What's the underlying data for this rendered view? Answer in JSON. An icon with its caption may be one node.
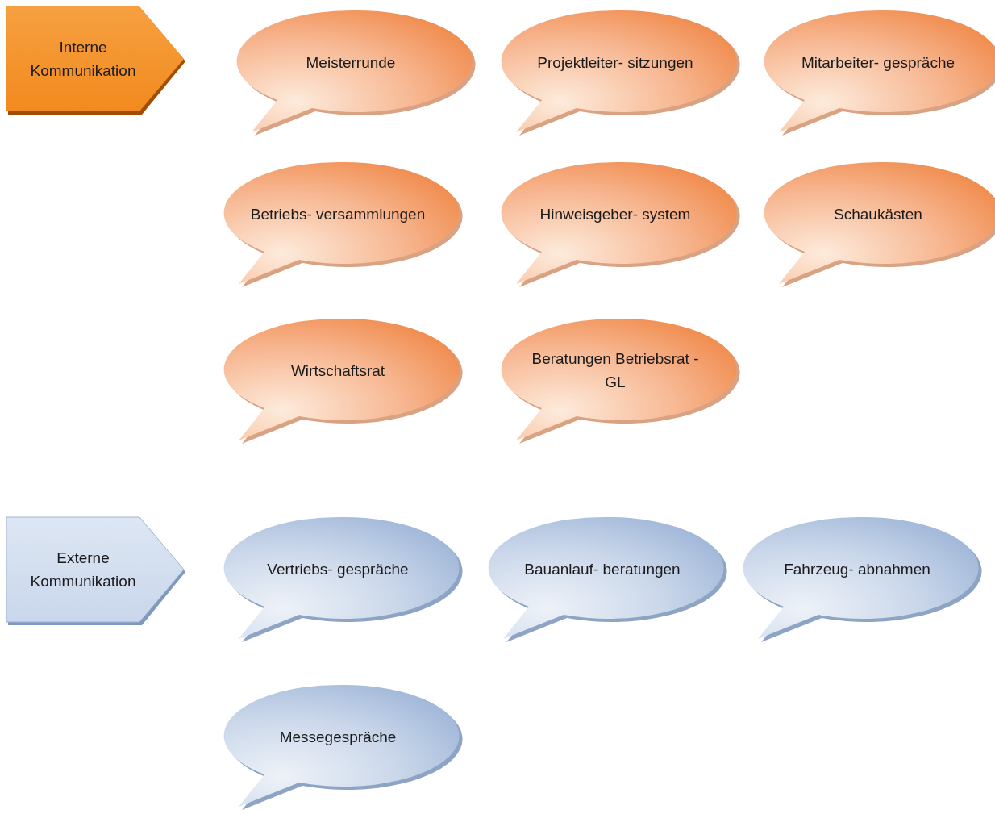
{
  "diagram": {
    "nodes": [
      {
        "text": [
          "Interne Kommunikation"
        ]
      },
      {
        "text": [
          "Meisterrunde"
        ]
      },
      {
        "text": [
          "Projektleiter- sitzungen"
        ]
      },
      {
        "text": [
          "Mitarbeiter- gespräche"
        ]
      },
      {
        "text": [
          "Betriebs- versammlungen"
        ]
      },
      {
        "text": [
          "Hinweisgeber- system"
        ]
      },
      {
        "text": [
          "Schaukästen"
        ]
      },
      {
        "text": [
          "Wirtschaftsrat"
        ]
      },
      {
        "text": [
          "Beratungen Betriebsrat - GL"
        ]
      },
      {
        "text": [
          "Externe Kommunikation"
        ]
      },
      {
        "text": [
          "Vertriebs- gespräche"
        ]
      },
      {
        "text": [
          "Bauanlauf- beratungen"
        ]
      },
      {
        "text": [
          "Fahrzeug- abnahmen"
        ]
      },
      {
        "text": [
          "Messegespräche"
        ]
      }
    ]
  }
}
